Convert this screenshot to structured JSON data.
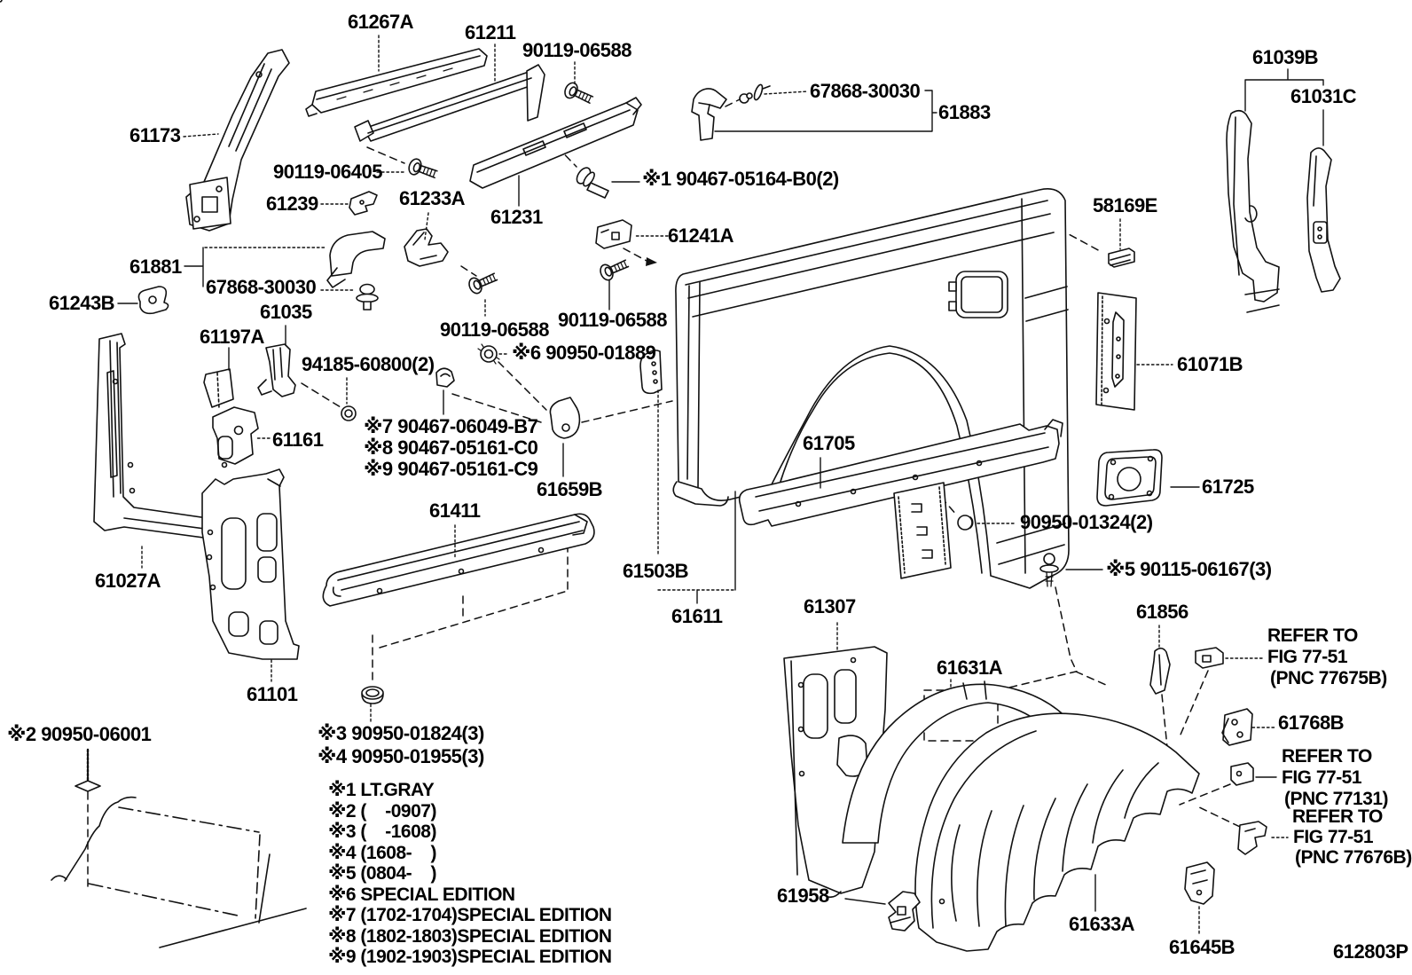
{
  "figure": {
    "code": "612803P"
  },
  "labels": {
    "61267A": "61267A",
    "61211": "61211",
    "90119-06588": "90119-06588",
    "90119-06405": "90119-06405",
    "67868-30030": "67868-30030",
    "61883": "61883",
    "61039B": "61039B",
    "61031C": "61031C",
    "61173": "61173",
    "61239": "61239",
    "61233A": "61233A",
    "61231": "61231",
    "n1_90467": "※1 90467-05164-B0(2)",
    "61241A": "61241A",
    "58169E": "58169E",
    "61881": "61881",
    "61243B": "61243B",
    "61035": "61035",
    "61197A": "61197A",
    "94185-60800(2)": "94185-60800(2)",
    "n6_90950": "※6 90950-01889",
    "61071B": "61071B",
    "n7_90467": "※7 90467-06049-B7",
    "n8_90467": "※8 90467-05161-C0",
    "n9_90467": "※9 90467-05161-C9",
    "61161": "61161",
    "61659B": "61659B",
    "61705": "61705",
    "61725": "61725",
    "61411": "61411",
    "90950-01324(2)": "90950-01324(2)",
    "61027A": "61027A",
    "61503B": "61503B",
    "n5_90115": "※5 90115-06167(3)",
    "61611": "61611",
    "61307": "61307",
    "61856": "61856",
    "61101": "61101",
    "61631A": "61631A",
    "61768B": "61768B",
    "n2_90950": "※2 90950-06001",
    "n3_90950": "※3 90950-01824(3)",
    "n4_90950": "※4 90950-01955(3)",
    "61958": "61958",
    "61633A": "61633A",
    "61645B": "61645B"
  },
  "refer": {
    "refer_to": "REFER TO",
    "fig": "FIG 77-51",
    "pnc_77675B": "(PNC 77675B)",
    "pnc_77131": "(PNC 77131)",
    "pnc_77676B": "(PNC 77676B)"
  },
  "legend": {
    "n1": "※1 LT.GRAY",
    "n2": "※2 (    -0907)",
    "n3": "※3 (    -1608)",
    "n4": "※4 (1608-    )",
    "n5": "※5 (0804-    )",
    "n6": "※6 SPECIAL EDITION",
    "n7": "※7 (1702-1704)SPECIAL EDITION",
    "n8": "※8 (1802-1803)SPECIAL EDITION",
    "n9": "※9 (1902-1903)SPECIAL EDITION"
  }
}
